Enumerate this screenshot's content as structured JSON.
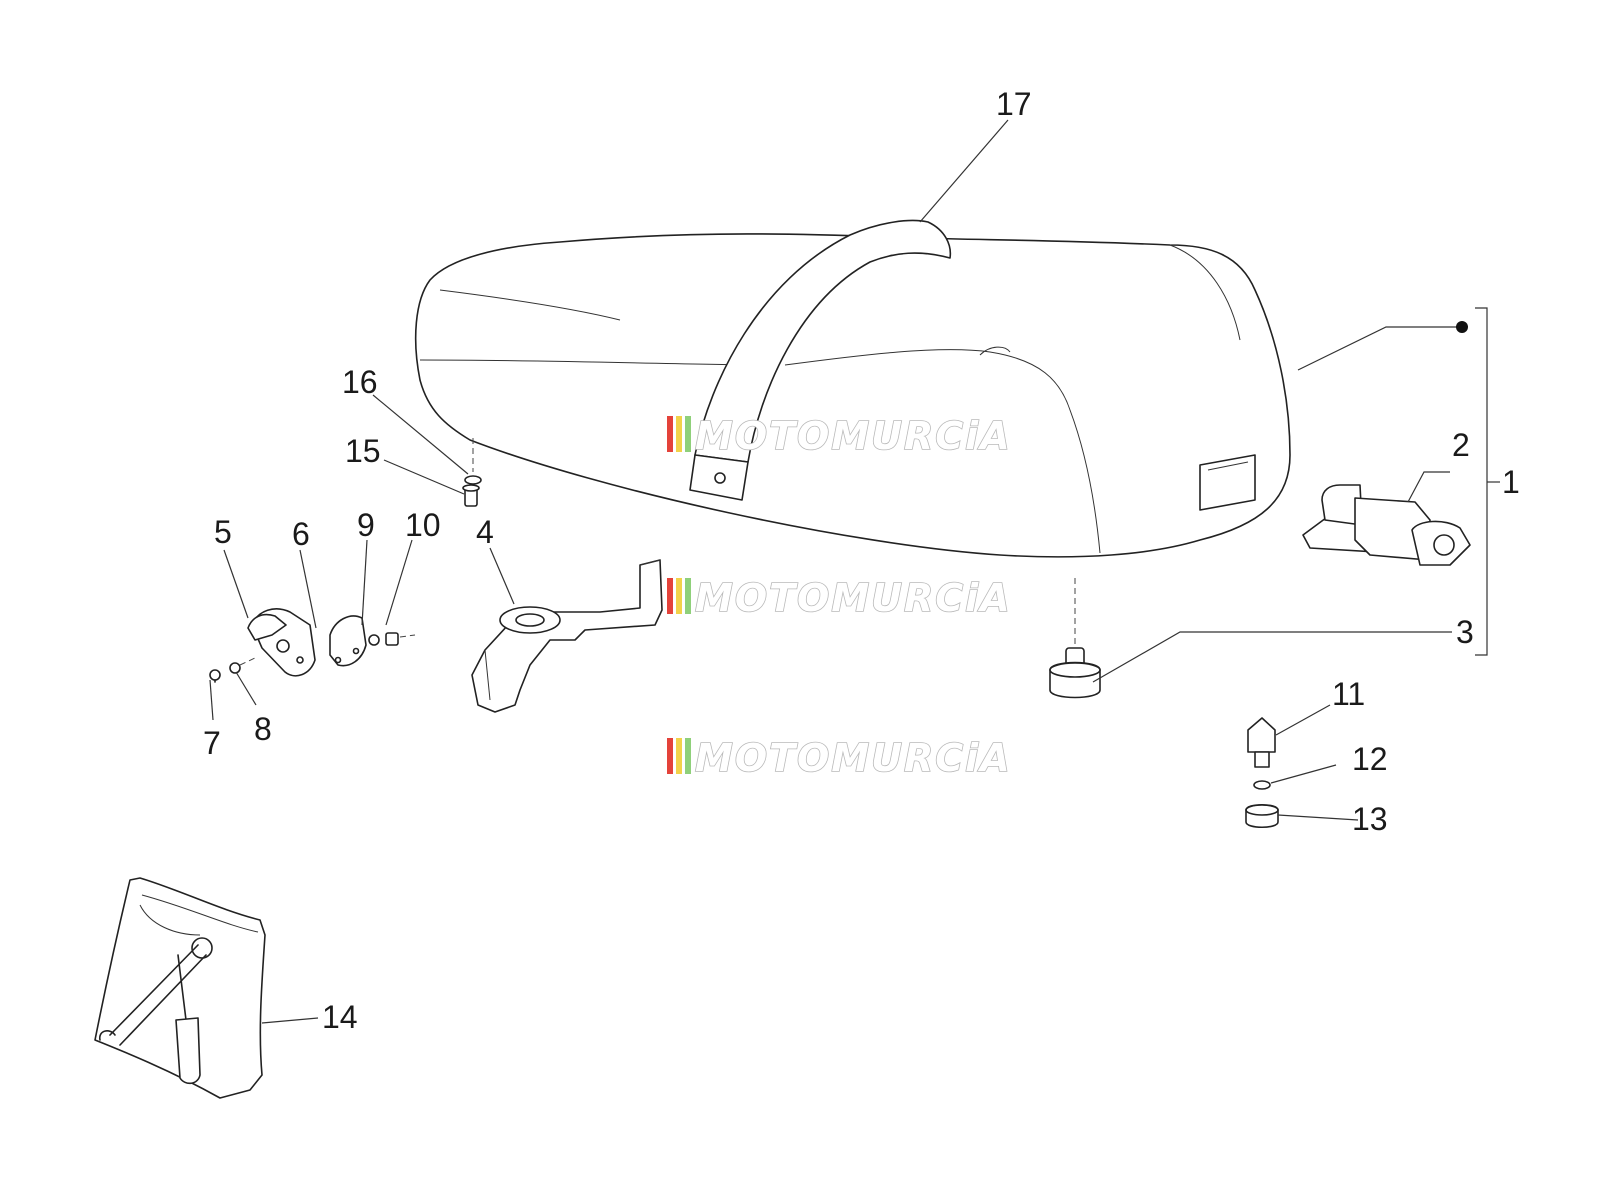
{
  "diagram": {
    "part_labels": {
      "p1": "1",
      "p2": "2",
      "p3": "3",
      "p4": "4",
      "p5": "5",
      "p6": "6",
      "p7": "7",
      "p8": "8",
      "p9": "9",
      "p10": "10",
      "p11": "11",
      "p12": "12",
      "p13": "13",
      "p14": "14",
      "p15": "15",
      "p16": "16",
      "p17": "17"
    },
    "watermark": {
      "text": "MOTOMURCiA",
      "stripe_colors": [
        "#e4423a",
        "#f2d24a",
        "#8fd07a"
      ]
    },
    "line_color": "#222222"
  }
}
